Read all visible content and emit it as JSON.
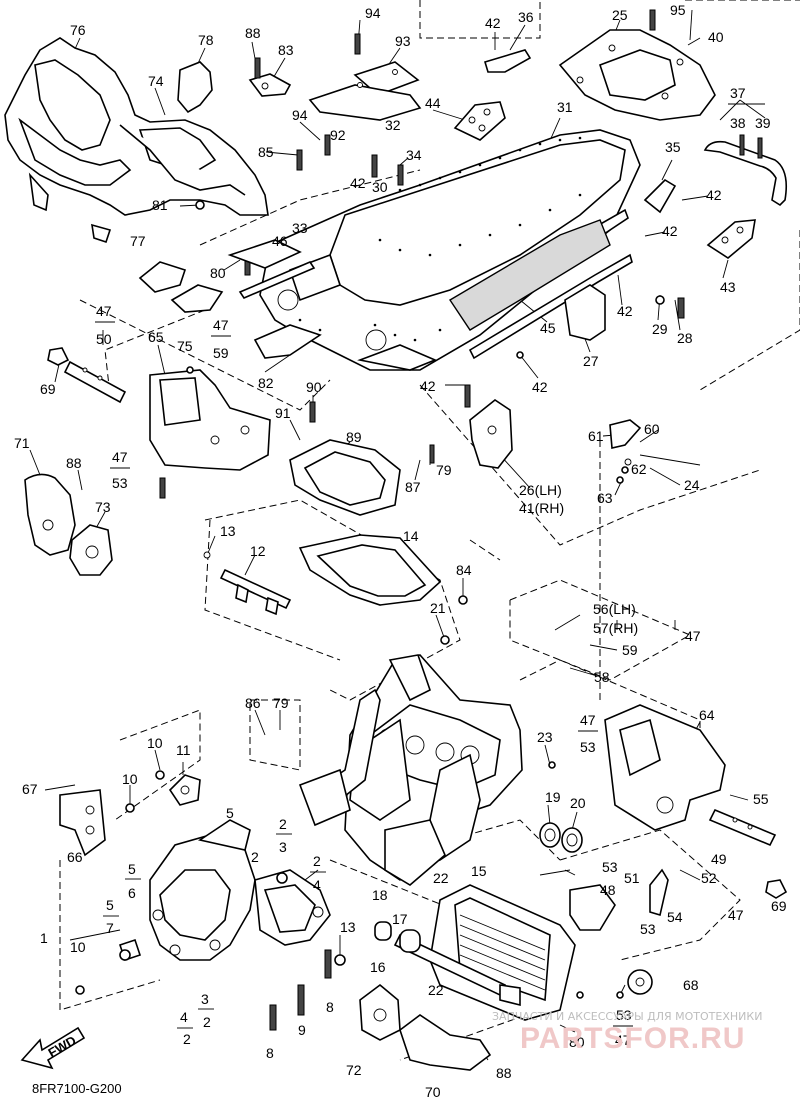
{
  "diagram_code": "8FR7100-G200",
  "fwd_label": "FWD",
  "watermark": {
    "tagline": "ЗАПЧАСТИ И АКСЕССУАРЫ ДЛЯ МОТОТЕХНИКИ",
    "brand": "PARTSFOR.RU"
  },
  "callouts": [
    {
      "id": "76",
      "text": "76"
    },
    {
      "id": "78",
      "text": "78"
    },
    {
      "id": "88a",
      "text": "88"
    },
    {
      "id": "83",
      "text": "83"
    },
    {
      "id": "94a",
      "text": "94"
    },
    {
      "id": "93",
      "text": "93"
    },
    {
      "id": "42a",
      "text": "42"
    },
    {
      "id": "36",
      "text": "36"
    },
    {
      "id": "25",
      "text": "25"
    },
    {
      "id": "95",
      "text": "95"
    },
    {
      "id": "40",
      "text": "40"
    },
    {
      "id": "74",
      "text": "74"
    },
    {
      "id": "94b",
      "text": "94"
    },
    {
      "id": "92",
      "text": "92"
    },
    {
      "id": "32",
      "text": "32"
    },
    {
      "id": "44",
      "text": "44"
    },
    {
      "id": "31",
      "text": "31"
    },
    {
      "id": "37",
      "text": "37"
    },
    {
      "id": "38",
      "text": "38"
    },
    {
      "id": "39",
      "text": "39"
    },
    {
      "id": "85",
      "text": "85"
    },
    {
      "id": "34",
      "text": "34"
    },
    {
      "id": "42b",
      "text": "42"
    },
    {
      "id": "30",
      "text": "30"
    },
    {
      "id": "35",
      "text": "35"
    },
    {
      "id": "42c",
      "text": "42"
    },
    {
      "id": "81",
      "text": "81"
    },
    {
      "id": "33",
      "text": "33"
    },
    {
      "id": "46",
      "text": "46"
    },
    {
      "id": "42d",
      "text": "42"
    },
    {
      "id": "77",
      "text": "77"
    },
    {
      "id": "80a",
      "text": "80"
    },
    {
      "id": "43",
      "text": "43"
    },
    {
      "id": "42e",
      "text": "42"
    },
    {
      "id": "29",
      "text": "29"
    },
    {
      "id": "28",
      "text": "28"
    },
    {
      "id": "47a",
      "text": "47"
    },
    {
      "id": "50",
      "text": "50"
    },
    {
      "id": "75",
      "text": "75"
    },
    {
      "id": "47b",
      "text": "47"
    },
    {
      "id": "59a",
      "text": "59"
    },
    {
      "id": "45",
      "text": "45"
    },
    {
      "id": "27",
      "text": "27"
    },
    {
      "id": "65",
      "text": "65"
    },
    {
      "id": "69a",
      "text": "69"
    },
    {
      "id": "82",
      "text": "82"
    },
    {
      "id": "42f",
      "text": "42"
    },
    {
      "id": "42g",
      "text": "42"
    },
    {
      "id": "90",
      "text": "90"
    },
    {
      "id": "91",
      "text": "91"
    },
    {
      "id": "89",
      "text": "89"
    },
    {
      "id": "61",
      "text": "61"
    },
    {
      "id": "60",
      "text": "60"
    },
    {
      "id": "62",
      "text": "62"
    },
    {
      "id": "71",
      "text": "71"
    },
    {
      "id": "88b",
      "text": "88"
    },
    {
      "id": "47c",
      "text": "47"
    },
    {
      "id": "53a",
      "text": "53"
    },
    {
      "id": "79a",
      "text": "79"
    },
    {
      "id": "87",
      "text": "87"
    },
    {
      "id": "63",
      "text": "63"
    },
    {
      "id": "24",
      "text": "24"
    },
    {
      "id": "26",
      "text": "26(LH)"
    },
    {
      "id": "41",
      "text": "41(RH)"
    },
    {
      "id": "73",
      "text": "73"
    },
    {
      "id": "13a",
      "text": "13"
    },
    {
      "id": "14",
      "text": "14"
    },
    {
      "id": "12",
      "text": "12"
    },
    {
      "id": "84",
      "text": "84"
    },
    {
      "id": "21",
      "text": "21"
    },
    {
      "id": "56",
      "text": "56(LH)"
    },
    {
      "id": "57",
      "text": "57(RH)"
    },
    {
      "id": "47d",
      "text": "47"
    },
    {
      "id": "59b",
      "text": "59"
    },
    {
      "id": "58",
      "text": "58"
    },
    {
      "id": "86",
      "text": "86"
    },
    {
      "id": "79b",
      "text": "79"
    },
    {
      "id": "64",
      "text": "64"
    },
    {
      "id": "47e",
      "text": "47"
    },
    {
      "id": "53b",
      "text": "53"
    },
    {
      "id": "23",
      "text": "23"
    },
    {
      "id": "10a",
      "text": "10"
    },
    {
      "id": "11",
      "text": "11"
    },
    {
      "id": "67",
      "text": "67"
    },
    {
      "id": "10b",
      "text": "10"
    },
    {
      "id": "55",
      "text": "55"
    },
    {
      "id": "19",
      "text": "19"
    },
    {
      "id": "20",
      "text": "20"
    },
    {
      "id": "5a",
      "text": "5"
    },
    {
      "id": "2a",
      "text": "2"
    },
    {
      "id": "3a",
      "text": "3"
    },
    {
      "id": "2b",
      "text": "2"
    },
    {
      "id": "2c",
      "text": "2"
    },
    {
      "id": "4a",
      "text": "4"
    },
    {
      "id": "66",
      "text": "66"
    },
    {
      "id": "5b",
      "text": "5"
    },
    {
      "id": "6",
      "text": "6"
    },
    {
      "id": "49",
      "text": "49"
    },
    {
      "id": "53c",
      "text": "53"
    },
    {
      "id": "48",
      "text": "48"
    },
    {
      "id": "51",
      "text": "51"
    },
    {
      "id": "52",
      "text": "52"
    },
    {
      "id": "22a",
      "text": "22"
    },
    {
      "id": "15",
      "text": "15"
    },
    {
      "id": "5c",
      "text": "5"
    },
    {
      "id": "7",
      "text": "7"
    },
    {
      "id": "18",
      "text": "18"
    },
    {
      "id": "17",
      "text": "17"
    },
    {
      "id": "13b",
      "text": "13"
    },
    {
      "id": "54",
      "text": "54"
    },
    {
      "id": "47f",
      "text": "47"
    },
    {
      "id": "69b",
      "text": "69"
    },
    {
      "id": "1",
      "text": "1"
    },
    {
      "id": "53d",
      "text": "53"
    },
    {
      "id": "10c",
      "text": "10"
    },
    {
      "id": "16",
      "text": "16"
    },
    {
      "id": "22b",
      "text": "22"
    },
    {
      "id": "68",
      "text": "68"
    },
    {
      "id": "8a",
      "text": "8"
    },
    {
      "id": "3b",
      "text": "3"
    },
    {
      "id": "53e",
      "text": "53"
    },
    {
      "id": "4b",
      "text": "4"
    },
    {
      "id": "2d",
      "text": "2"
    },
    {
      "id": "2e",
      "text": "2"
    },
    {
      "id": "9",
      "text": "9"
    },
    {
      "id": "80b",
      "text": "80"
    },
    {
      "id": "47g",
      "text": "47"
    },
    {
      "id": "72",
      "text": "72"
    },
    {
      "id": "88c",
      "text": "88"
    },
    {
      "id": "8b",
      "text": "8"
    },
    {
      "id": "70",
      "text": "70"
    }
  ]
}
